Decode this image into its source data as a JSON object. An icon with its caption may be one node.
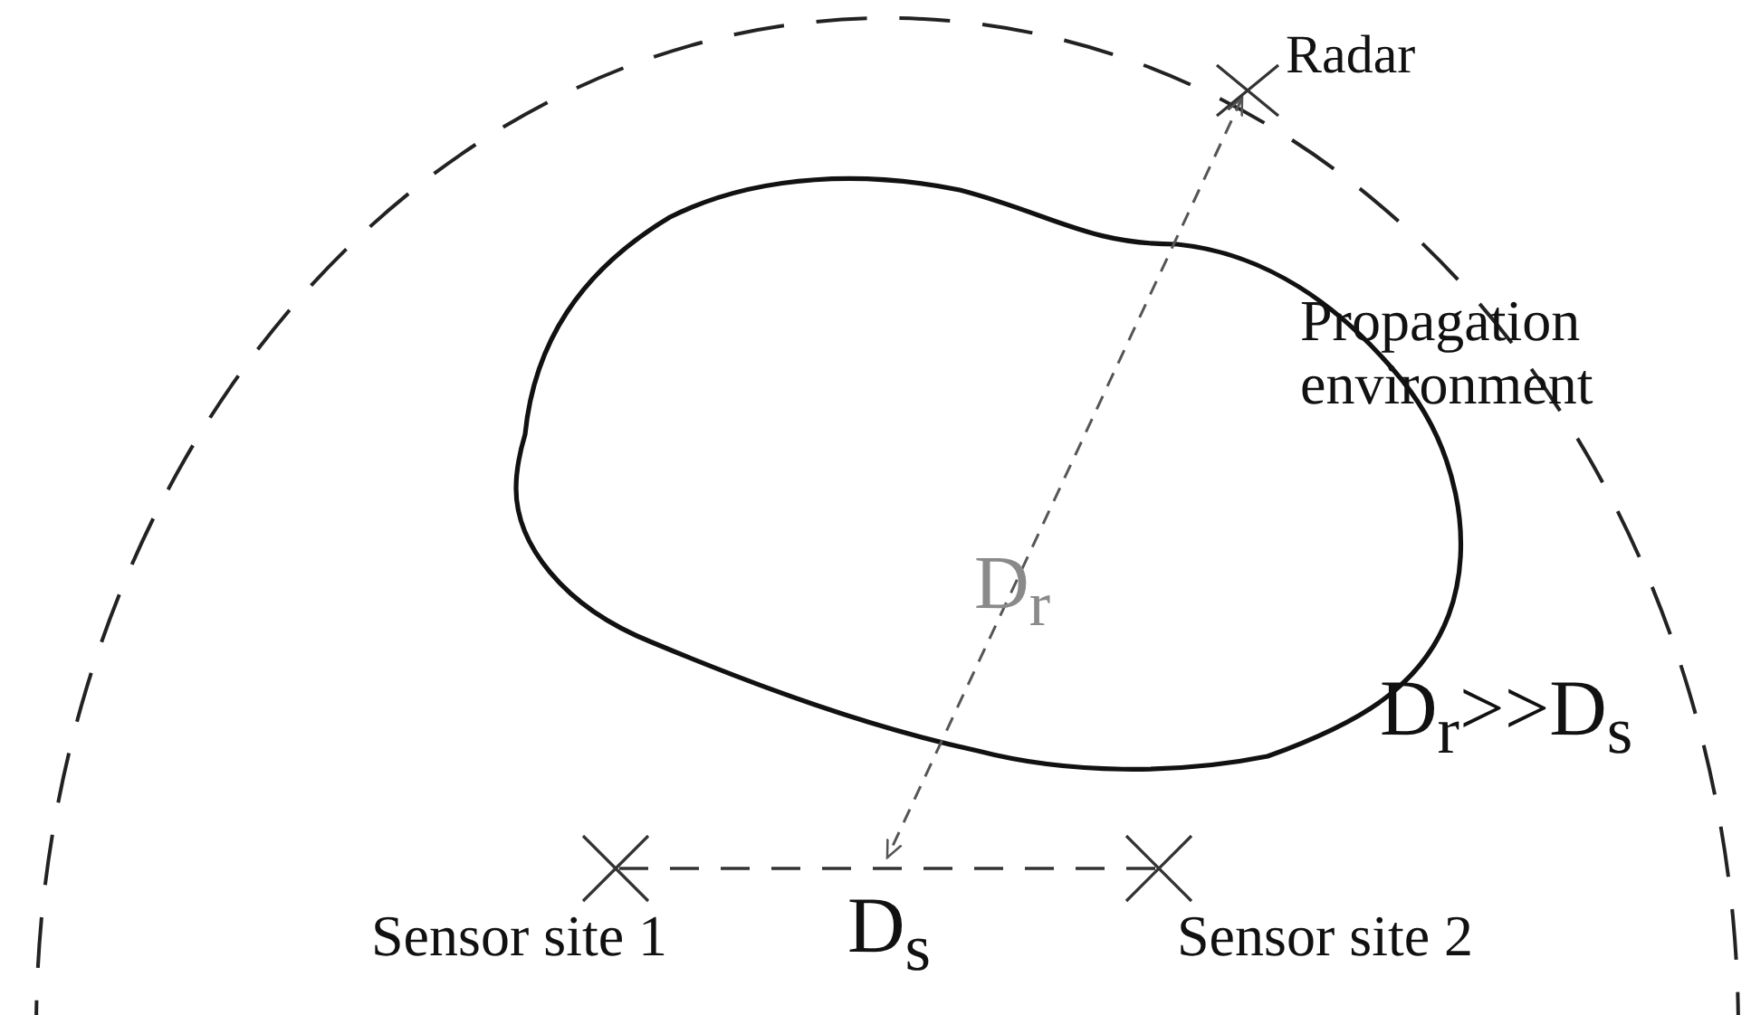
{
  "diagram": {
    "labels": [
      "Radar",
      "Propagation environment",
      "D$_{r}$",
      "D$_{r}$>>D$_{s}$",
      "Sensor site 1",
      "D$_{s}$",
      "Sensor site 2"
    ]
  }
}
